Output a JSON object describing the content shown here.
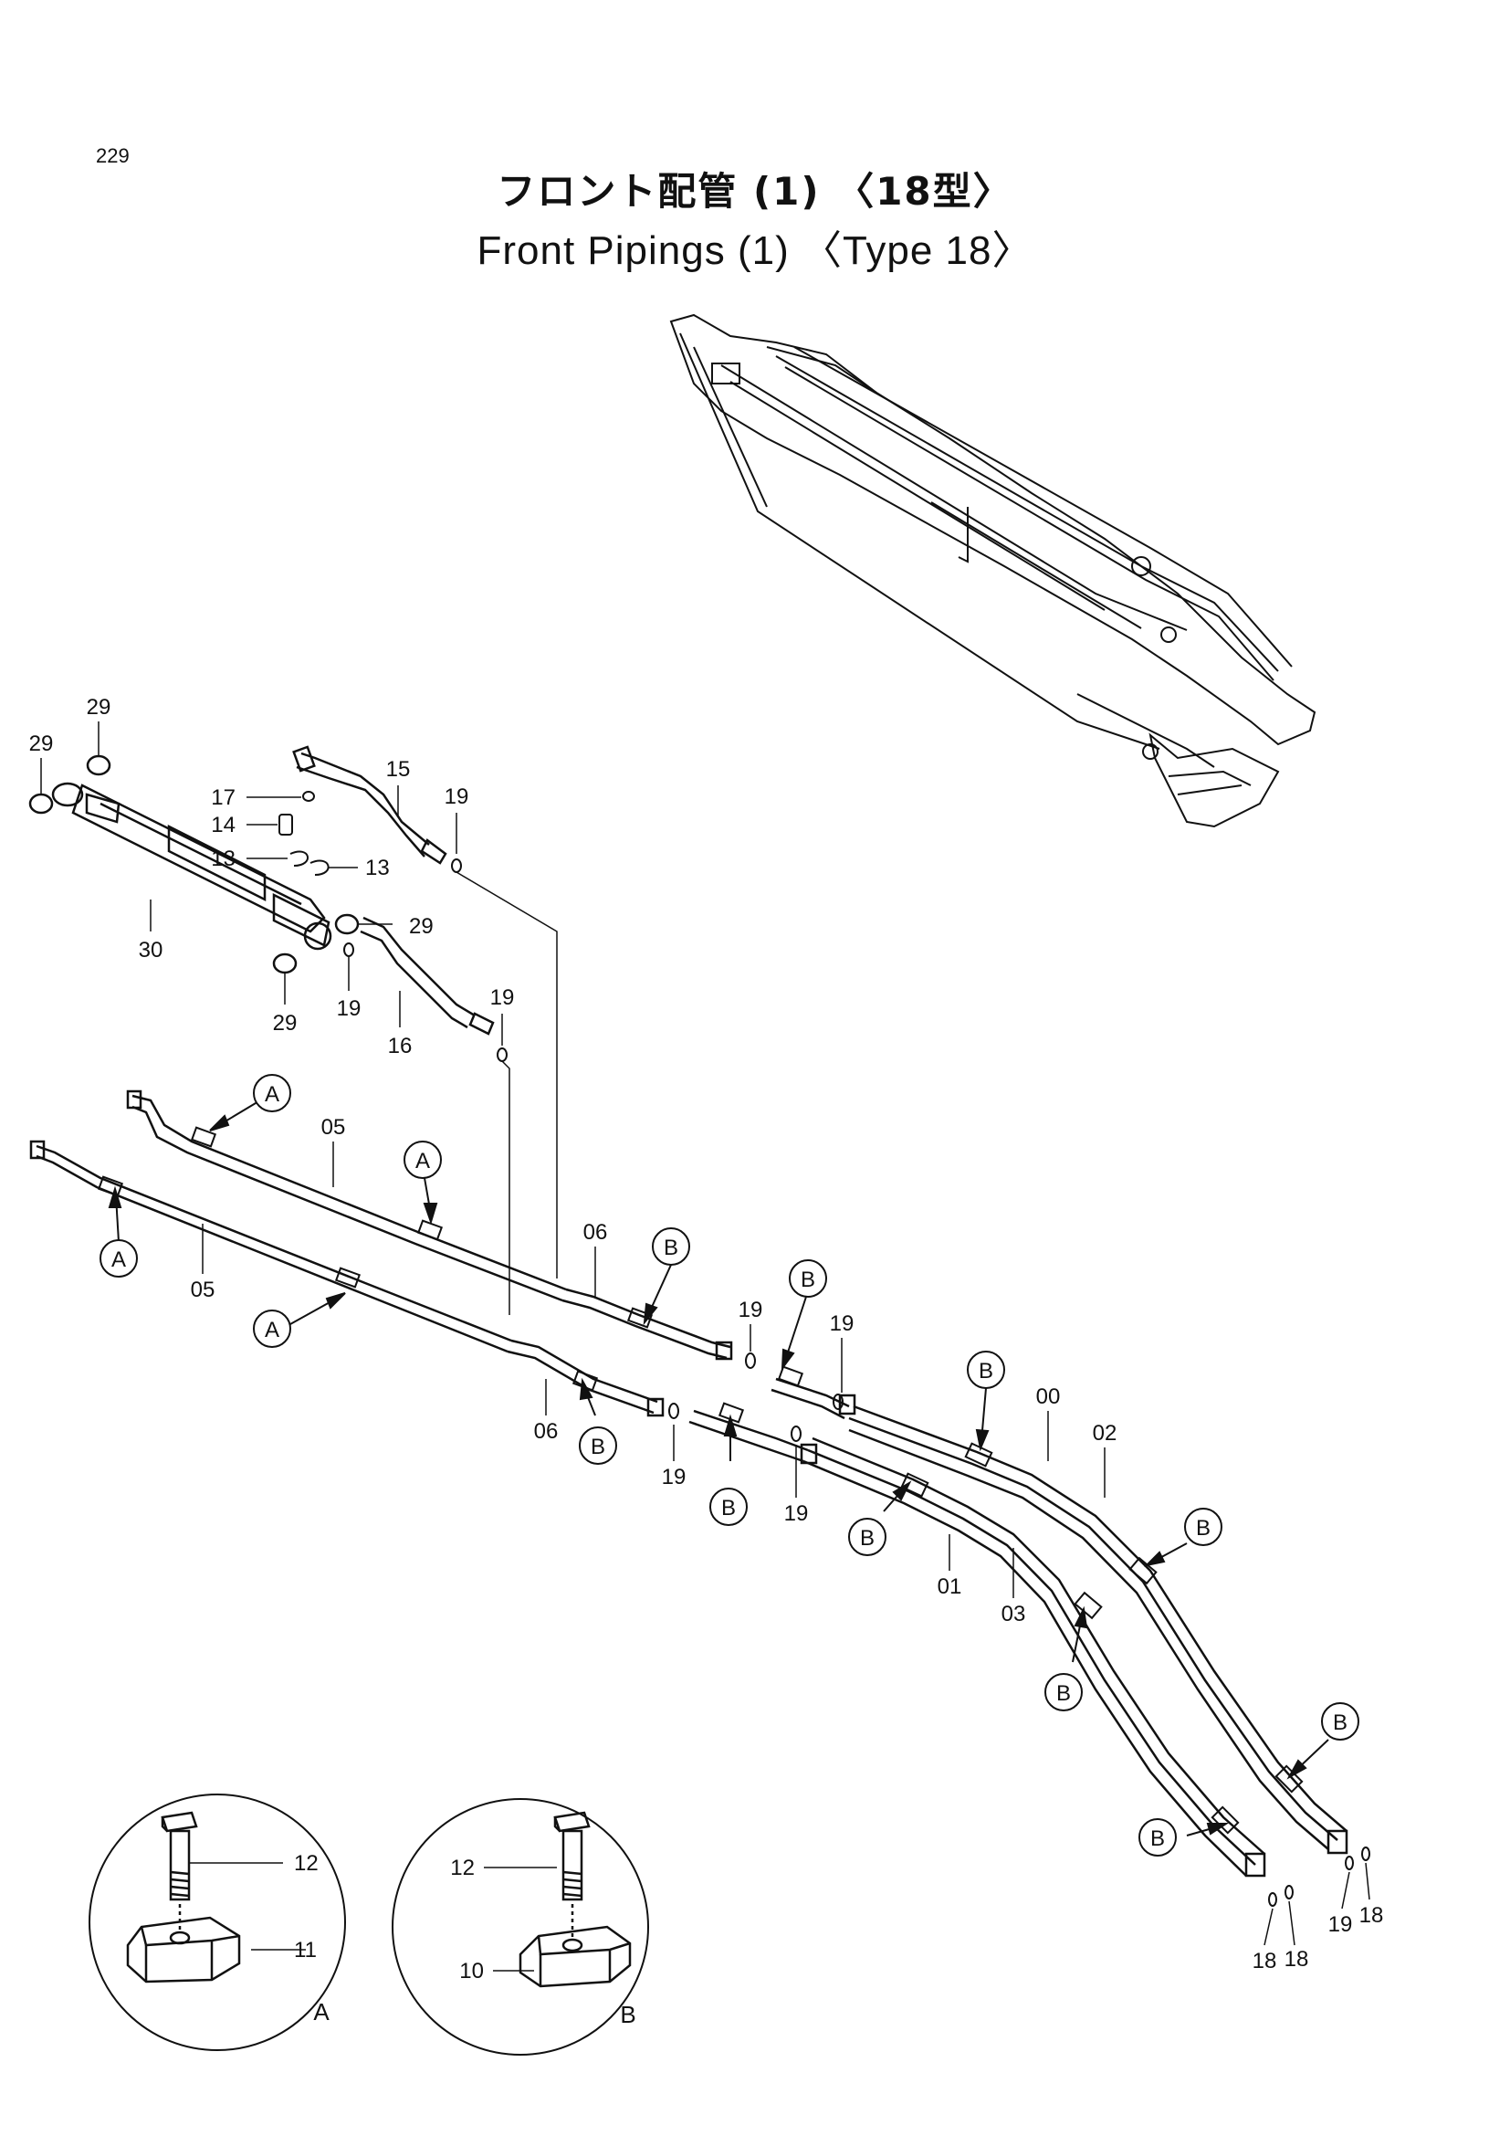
{
  "page_number": "229",
  "title_ja": "フロント配管 (1) 〈18型〉",
  "title_en": "Front Pipings (1) 〈Type 18〉",
  "callouts": {
    "c29a": "29",
    "c29b": "29",
    "c29c": "29",
    "c29d": "29",
    "c17": "17",
    "c14": "14",
    "c13a": "13",
    "c13b": "13",
    "c15": "15",
    "c16": "16",
    "c30": "30",
    "c19a": "19",
    "c19b": "19",
    "c19c": "19",
    "c19d": "19",
    "c19e": "19",
    "c19f": "19",
    "c19g": "19",
    "c19h": "19",
    "c05a": "05",
    "c05b": "05",
    "c06a": "06",
    "c06b": "06",
    "c00": "00",
    "c01": "01",
    "c02": "02",
    "c03": "03",
    "c18a": "18",
    "c18b": "18",
    "c18c": "18",
    "c12a": "12",
    "c12b": "12",
    "c11": "11",
    "c10": "10"
  },
  "markers": {
    "A": "A",
    "B": "B"
  },
  "detail_labels": {
    "detail_a": "A",
    "detail_b": "B"
  }
}
